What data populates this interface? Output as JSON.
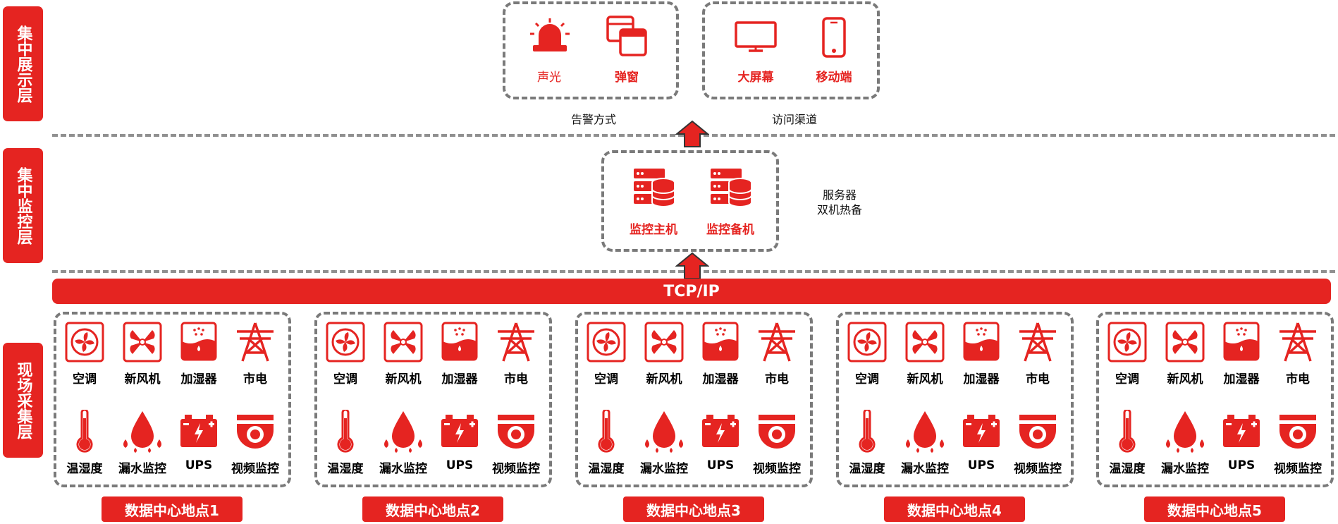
{
  "layers": {
    "display": "集中展示层",
    "monitor": "集中监控层",
    "field": "现场采集层"
  },
  "display": {
    "alert_items": [
      "声光",
      "弹窗"
    ],
    "alert_caption": "告警方式",
    "access_items": [
      "大屏幕",
      "移动端"
    ],
    "access_caption": "访问渠道"
  },
  "monitor": {
    "hosts": [
      "监控主机",
      "监控备机"
    ],
    "caption_line1": "服务器",
    "caption_line2": "双机热备"
  },
  "network": {
    "label": "TCP/IP"
  },
  "site_items": {
    "row1": [
      "空调",
      "新风机",
      "加湿器",
      "市电"
    ],
    "row2": [
      "温湿度",
      "漏水监控",
      "UPS",
      "视频监控"
    ]
  },
  "sites": [
    "数据中心地点1",
    "数据中心地点2",
    "数据中心地点3",
    "数据中心地点4",
    "数据中心地点5"
  ],
  "icons": {
    "row1": [
      "air-conditioner-icon",
      "fresh-air-fan-icon",
      "humidifier-icon",
      "power-tower-icon"
    ],
    "row2": [
      "thermometer-icon",
      "water-leak-icon",
      "battery-icon",
      "camera-icon"
    ]
  },
  "colors": {
    "accent": "#e52421",
    "dash": "#7a7a7a"
  }
}
